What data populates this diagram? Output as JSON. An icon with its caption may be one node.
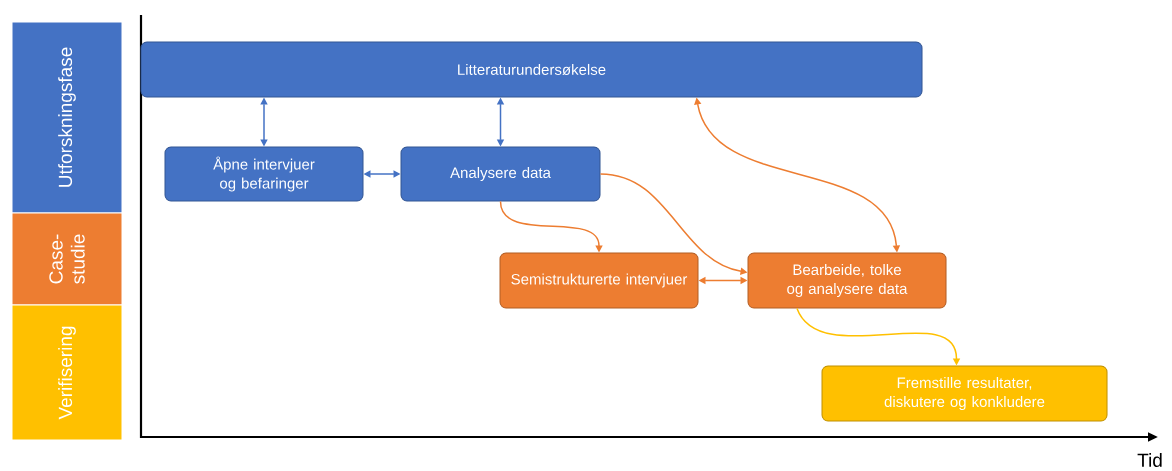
{
  "diagram": {
    "nodes": [
      {
        "text": [
          "Utforskningsfase"
        ]
      },
      {
        "text": [
          "Case- studie"
        ]
      },
      {
        "text": [
          "Verifisering"
        ]
      },
      {
        "text": [
          "Litteraturundersøkelse"
        ]
      },
      {
        "text": [
          "Åpne intervjuer og befaringer"
        ]
      },
      {
        "text": [
          "Analysere data"
        ]
      },
      {
        "text": [
          "Semistrukturerte intervjuer"
        ]
      },
      {
        "text": [
          "Bearbeide, tolke og analysere data"
        ]
      },
      {
        "text": [
          "Fremstille resultater, diskutere og konkludere"
        ]
      }
    ],
    "edges": [
      {
        "from": 3,
        "to": 4,
        "arrow": "both",
        "color": "#4472c4"
      },
      {
        "from": 3,
        "to": 5,
        "arrow": "both",
        "color": "#4472c4"
      },
      {
        "from": 4,
        "to": 5,
        "arrow": "both",
        "color": "#4472c4"
      },
      {
        "from": 5,
        "to": 6,
        "arrow": "to"
      },
      {
        "from": 5,
        "to": 7,
        "arrow": "to"
      },
      {
        "from": 3,
        "to": 7,
        "arrow": "both"
      },
      {
        "from": 6,
        "to": 7,
        "arrow": "both"
      },
      {
        "from": 7,
        "to": 8,
        "arrow": "to",
        "color": "#ffc000"
      }
    ],
    "labels": [
      "Tid"
    ]
  }
}
